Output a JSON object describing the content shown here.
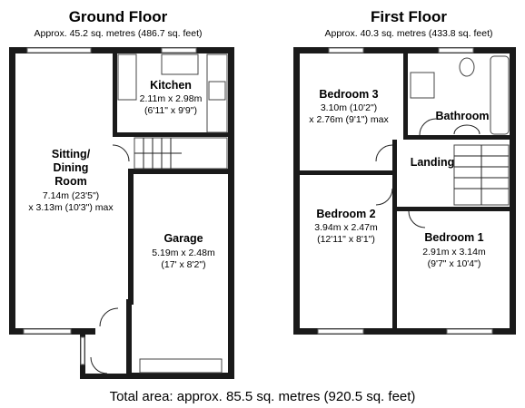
{
  "ground_floor": {
    "title": "Ground Floor",
    "area": "Approx.  45.2 sq. metres (486.7 sq. feet)",
    "kitchen": {
      "name": "Kitchen",
      "dims": [
        "2.11m x 2.98m",
        "(6'11\" x 9'9\")"
      ]
    },
    "sitting": {
      "name": [
        "Sitting/",
        "Dining",
        "Room"
      ],
      "dims": [
        "7.14m (23'5\")",
        "x 3.13m (10'3\") max"
      ]
    },
    "garage": {
      "name": "Garage",
      "dims": [
        "5.19m x 2.48m",
        "(17' x 8'2\")"
      ]
    }
  },
  "first_floor": {
    "title": "First Floor",
    "area": "Approx.  40.3 sq. metres (433.8 sq. feet)",
    "bedroom3": {
      "name": "Bedroom 3",
      "dims": [
        "3.10m (10'2\")",
        "x 2.76m (9'1\") max"
      ]
    },
    "bathroom": {
      "name": "Bathroom"
    },
    "landing": {
      "name": "Landing"
    },
    "bedroom2": {
      "name": "Bedroom 2",
      "dims": [
        "3.94m x 2.47m",
        "(12'11\" x 8'1\")"
      ]
    },
    "bedroom1": {
      "name": "Bedroom 1",
      "dims": [
        "2.91m x 3.14m",
        "(9'7\" x 10'4\")"
      ]
    }
  },
  "total": "Total area: approx.  85.5 sq. metres (920.5 sq. feet)"
}
